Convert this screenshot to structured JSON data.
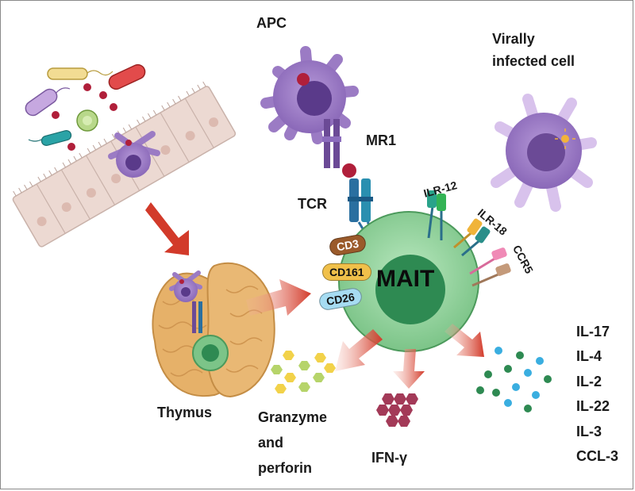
{
  "labels": {
    "apc": "APC",
    "virally_infected_cell": [
      "Virally",
      "infected cell"
    ],
    "mr1": "MR1",
    "tcr": "TCR",
    "ilr12": "ILR-12",
    "ilr18": "ILR-18",
    "ccr5": "CCR5",
    "cd3": "CD3",
    "cd161": "CD161",
    "cd26": "CD26",
    "mait": "MAIT",
    "thymus": "Thymus",
    "granzyme": [
      "Granzyme",
      "and",
      "perforin"
    ],
    "ifn": "IFN-γ"
  },
  "cytokines": [
    "IL-17",
    "IL-4",
    "IL-2",
    "IL-22",
    "IL-3",
    "CCL-3"
  ],
  "colors": {
    "apc_purple": "#9b7bc4",
    "mait_green": "#8fd19a",
    "mait_nucleus": "#2e8a52",
    "arrow_red": "#d23a2a",
    "cd3": "#9a5a2a",
    "cd161": "#f0c04a",
    "cd26": "#a6dcf2",
    "thymus": "#e6b169",
    "epithelium": "#ecd9d2"
  },
  "icons": [
    "apc-cell-icon",
    "infected-cell-icon",
    "thymus-icon",
    "epithelium-icon",
    "bacteria-icon",
    "granule-icon",
    "ifn-molecule-icon"
  ]
}
